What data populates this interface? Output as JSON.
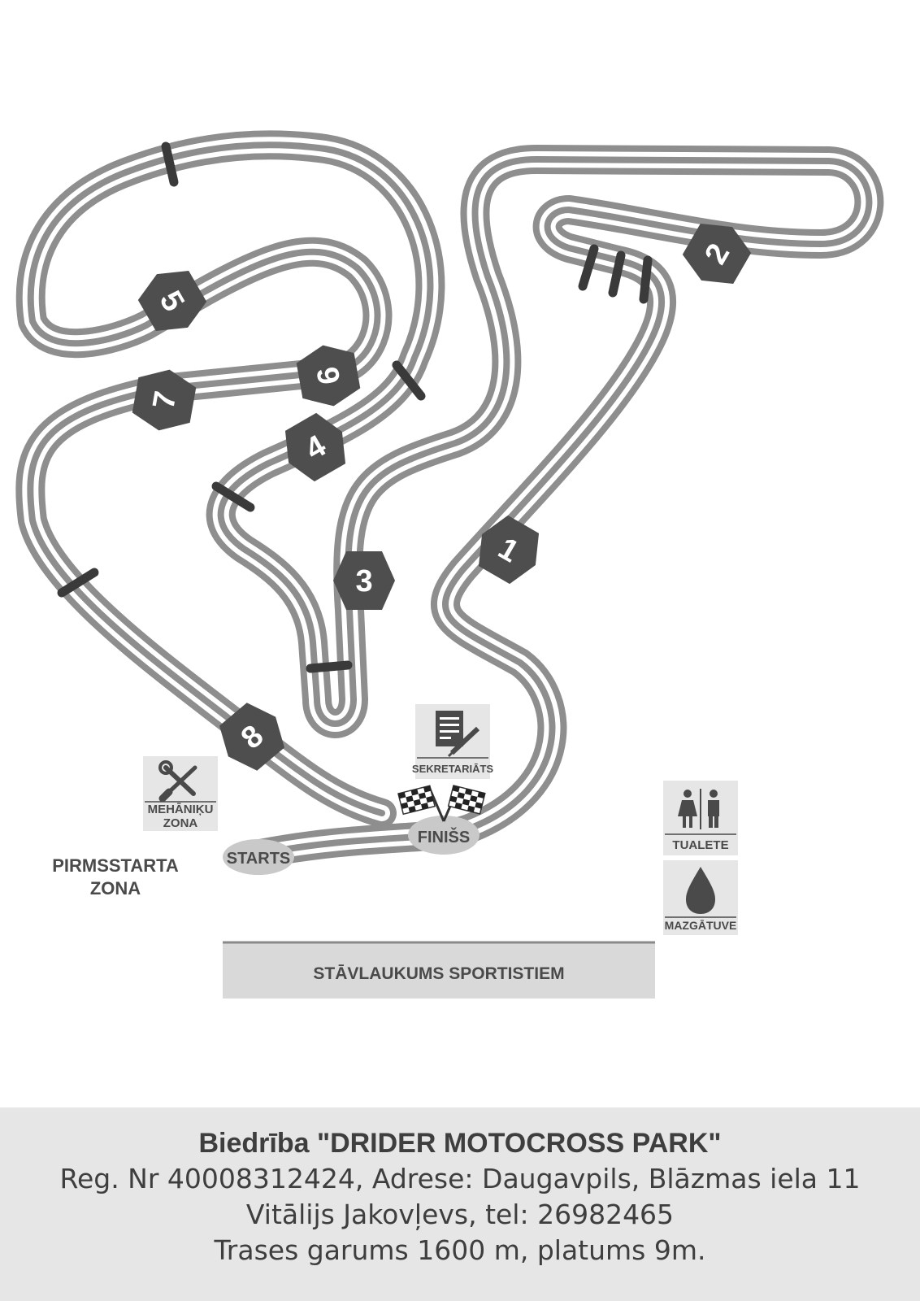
{
  "map": {
    "markers": [
      "1",
      "2",
      "3",
      "4",
      "5",
      "6",
      "7",
      "8"
    ],
    "labels": {
      "start": "STARTS",
      "finish": "FINIŠS",
      "secretariat": "SEKRETARIĀTS",
      "mechanics_line1": "MEHĀNIĶU",
      "mechanics_line2": "ZONA",
      "prestart_line1": "PIRMSSTARTA",
      "prestart_line2": "ZONA",
      "toilet": "TUALETE",
      "wash": "MAZGĀTUVE",
      "parking": "STĀVLAUKUMS SPORTISTIEM"
    },
    "icons": [
      "document-pen-icon",
      "wrench-screwdriver-icon",
      "checkered-flags-icon",
      "toilet-people-icon",
      "water-drop-icon"
    ],
    "colors": {
      "track": "#8e8e8e",
      "marker": "#4e4e4e",
      "panel": "#e6e6e7",
      "bar": "#3a3a3a"
    }
  },
  "footer": {
    "organization": "Biedrība \"DRIDER MOTOCROSS PARK\"",
    "registration": "Reg. Nr 40008312424, Adrese: Daugavpils, Blāzmas iela 11",
    "contact": "Vitālijs Jakovļevs, tel: 26982465",
    "track_info": "Trases garums 1600 m, platums 9m."
  }
}
